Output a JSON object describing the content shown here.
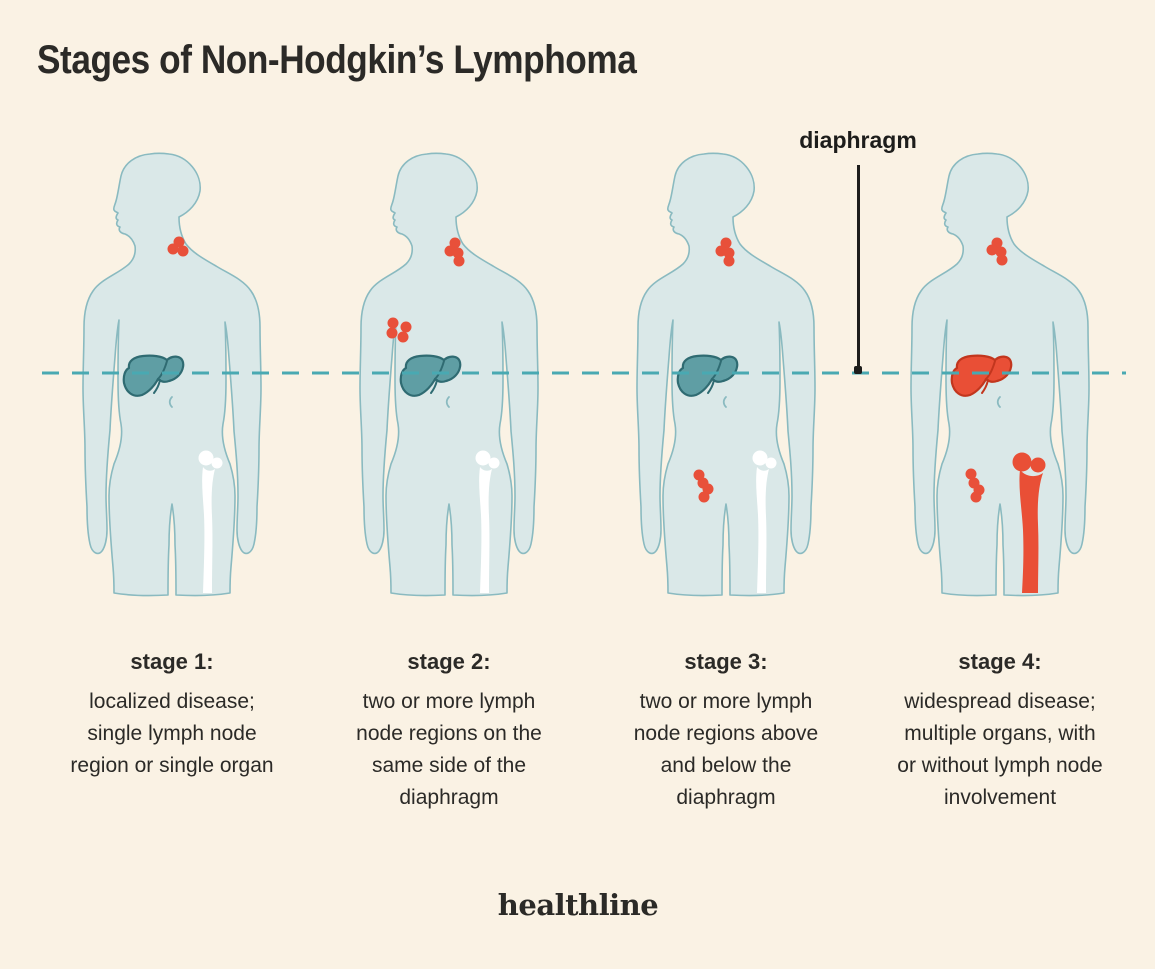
{
  "title": "Stages of Non-Hodgkin’s Lymphoma",
  "diaphragm": {
    "label": "diaphragm"
  },
  "footer": {
    "logo": "healthline"
  },
  "colors": {
    "background": "#FAF2E4",
    "text": "#2B2A27",
    "body_fill": "#DAE8E8",
    "body_outline": "#8ABAC0",
    "node_dot": "#E8503A",
    "liver_teal_fill": "#5F9EA4",
    "liver_teal_outline": "#2F6B72",
    "liver_red_fill": "#E94F36",
    "liver_red_outline": "#C2361E",
    "bone_white": "#FFFFFF",
    "bone_red": "#E94F36",
    "diaphragm_dash": "#49A9B2",
    "pointer_line": "#1D1D1B"
  },
  "stages": [
    {
      "label": "stage 1:",
      "description": "localized disease;\nsingle lymph node\nregion or single organ",
      "liver": "teal",
      "bone": "white",
      "nodes": {
        "neck": [
          [
            107,
            90
          ],
          [
            101,
            97
          ],
          [
            111,
            99
          ]
        ],
        "chest": [],
        "groin": []
      }
    },
    {
      "label": "stage 2:",
      "description": "two or more lymph\nnode regions on the\nsame side of the\ndiaphragm",
      "liver": "teal",
      "bone": "white",
      "nodes": {
        "neck": [
          [
            106,
            91
          ],
          [
            101,
            99
          ],
          [
            109,
            101
          ],
          [
            110,
            109
          ]
        ],
        "chest": [
          [
            44,
            171
          ],
          [
            57,
            175
          ],
          [
            43,
            181
          ],
          [
            54,
            185
          ]
        ],
        "groin": []
      }
    },
    {
      "label": "stage 3:",
      "description": "two or more lymph\nnode regions above\nand below the\ndiaphragm",
      "liver": "teal",
      "bone": "white",
      "nodes": {
        "neck": [
          [
            100,
            91
          ],
          [
            95,
            99
          ],
          [
            103,
            101
          ],
          [
            103,
            109
          ]
        ],
        "chest": [],
        "groin": [
          [
            73,
            323
          ],
          [
            77,
            331
          ],
          [
            82,
            337
          ],
          [
            78,
            345
          ]
        ]
      }
    },
    {
      "label": "stage 4:",
      "description": "widespread disease;\nmultiple organs, with\nor without lymph node\ninvolvement",
      "liver": "red",
      "bone": "red",
      "nodes": {
        "neck": [
          [
            97,
            91
          ],
          [
            92,
            98
          ],
          [
            101,
            100
          ],
          [
            102,
            108
          ]
        ],
        "chest": [],
        "groin": [
          [
            71,
            322
          ],
          [
            74,
            331
          ],
          [
            79,
            338
          ],
          [
            76,
            345
          ]
        ]
      }
    }
  ]
}
